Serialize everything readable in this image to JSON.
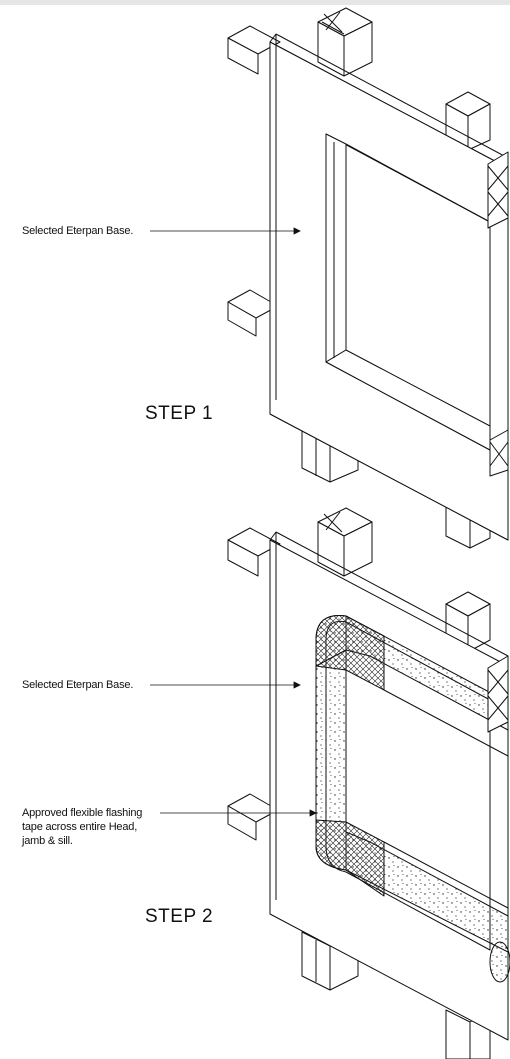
{
  "step1": {
    "label": "STEP 1",
    "callout": "Selected Eterpan Base."
  },
  "step2": {
    "label": "STEP 2",
    "callout_base": "Selected Eterpan Base.",
    "callout_tape": [
      "Approved flexible flashing",
      "tape across entire Head,",
      "jamb & sill."
    ]
  },
  "colors": {
    "line": "#111111",
    "background": "#ffffff"
  }
}
